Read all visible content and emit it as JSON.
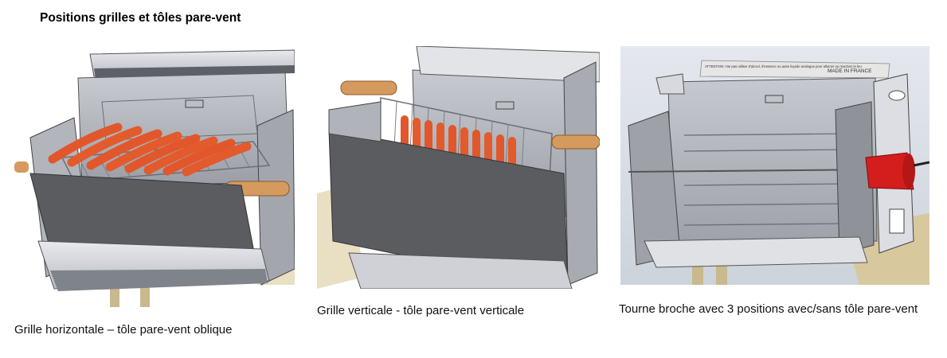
{
  "title": "Positions grilles et tôles pare-vent",
  "figures": [
    {
      "caption": "Grille horizontale – tôle pare-vent oblique"
    },
    {
      "caption": "Grille verticale -  tôle pare-vent  verticale"
    },
    {
      "caption": "Tourne broche avec 3 positions avec/sans tôle pare-vent",
      "plate_text": "ATTENTION ! Ne pas utiliser d'alcool, d'essence ou autre liquide analogue pour allumer ou réactiver le feu",
      "made_in": "MADE IN FRANCE"
    }
  ],
  "colors": {
    "sausage": "#e1572b",
    "handle": "#d59a5e",
    "motor": "#d41d1d",
    "steel": "#a8abb3",
    "windshield": "#5a5c60"
  }
}
